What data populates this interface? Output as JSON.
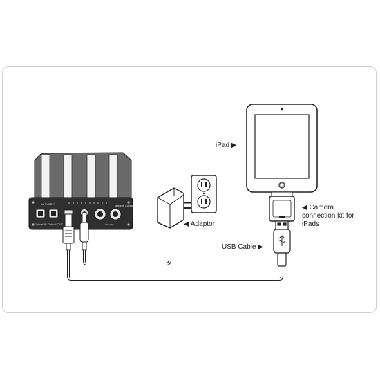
{
  "labels": {
    "ipad": "iPad ▶",
    "camera_kit": "◀ Camera connection kit for iPads",
    "adaptor": "◀ Adaptor",
    "usb_cable": "USB Cable ▶"
  },
  "device": {
    "model": "HUD-PPX3",
    "port_optical_in": "Optical IN",
    "port_optical_out": "Optical OUT",
    "port_line_out": "Line out",
    "made_in": "Made in Korea"
  },
  "colors": {
    "line": "#222222",
    "device_body": "#5a5a5a",
    "device_face": "#2b2b2b"
  }
}
